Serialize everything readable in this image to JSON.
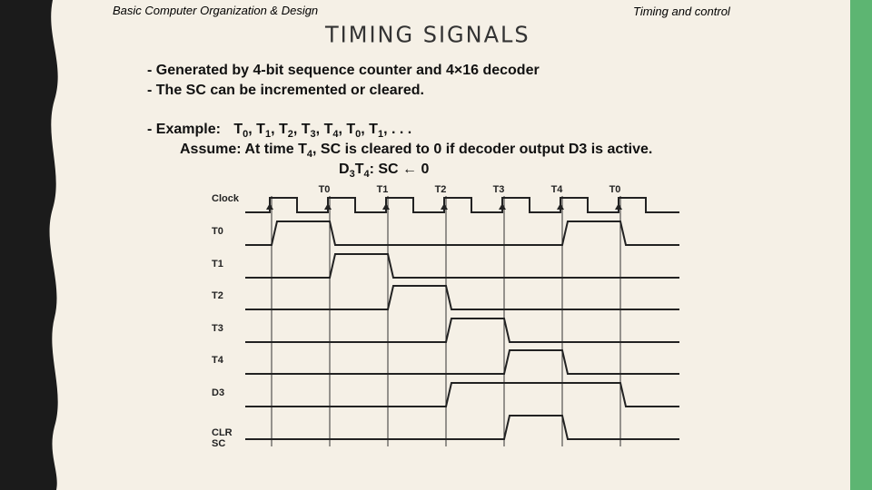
{
  "header": {
    "left": "Basic Computer Organization & Design",
    "right": "Timing and control",
    "title": "TIMING SIGNALS"
  },
  "body": {
    "line1": "- Generated by 4-bit sequence counter and 4×16 decoder",
    "line2": "- The SC can be incremented or cleared.",
    "example_prefix": "- Example:",
    "example_seq": [
      {
        "t": "T",
        "s": "0"
      },
      {
        "t": "T",
        "s": "1"
      },
      {
        "t": "T",
        "s": "2"
      },
      {
        "t": "T",
        "s": "3"
      },
      {
        "t": "T",
        "s": "4"
      },
      {
        "t": "T",
        "s": "0"
      },
      {
        "t": "T",
        "s": "1"
      }
    ],
    "example_tail": ", . . .",
    "assume_pre": "Assume: At time T",
    "assume_sub": "4",
    "assume_post": ", SC is cleared to 0 if decoder output D3 is active.",
    "rtl_D": "D",
    "rtl_D_sub": "3",
    "rtl_T": "T",
    "rtl_T_sub": "4",
    "rtl_post": ": SC ← 0"
  },
  "timing": {
    "clock_labels": [
      "T0",
      "T1",
      "T2",
      "T3",
      "T4",
      "T0"
    ],
    "signals": [
      {
        "name": "Clock",
        "label": "Clock",
        "high_in_periods": []
      },
      {
        "name": "T0",
        "label": "T0",
        "high_in_periods": [
          0,
          5
        ]
      },
      {
        "name": "T1",
        "label": "T1",
        "high_in_periods": [
          1
        ]
      },
      {
        "name": "T2",
        "label": "T2",
        "high_in_periods": [
          2
        ]
      },
      {
        "name": "T3",
        "label": "T3",
        "high_in_periods": [
          3
        ]
      },
      {
        "name": "T4",
        "label": "T4",
        "high_in_periods": [
          4
        ]
      },
      {
        "name": "D3",
        "label": "D3",
        "high_in_periods": [
          3,
          4,
          5
        ]
      },
      {
        "name": "CLR SC",
        "label": "CLR",
        "label2": "SC",
        "high_in_periods": [
          4
        ]
      }
    ]
  },
  "colors": {
    "background": "#f5f0e6",
    "green_bar": "#5db572",
    "left_strip": "#1b1b1b"
  }
}
